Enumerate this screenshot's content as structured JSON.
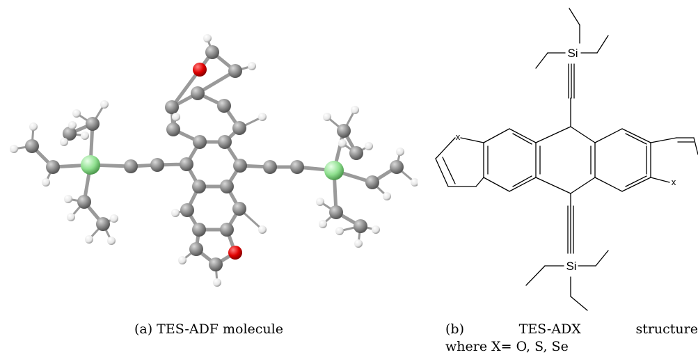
{
  "figure": {
    "panels": [
      {
        "id": "a",
        "caption": "(a) TES-ADF molecule"
      },
      {
        "id": "b",
        "caption_parts": [
          "(b)",
          "TES-ADX",
          "structure"
        ],
        "caption_line2": "where X= O, S, Se",
        "atom_labels": {
          "si": "Si",
          "x": "X"
        }
      }
    ],
    "colors": {
      "carbon": "#8a8a8a",
      "hydrogen": "#f2f2f2",
      "oxygen": "#e00000",
      "silicon": "#8fe08f",
      "bond": "#9a9a9a",
      "line": "#000000"
    }
  }
}
